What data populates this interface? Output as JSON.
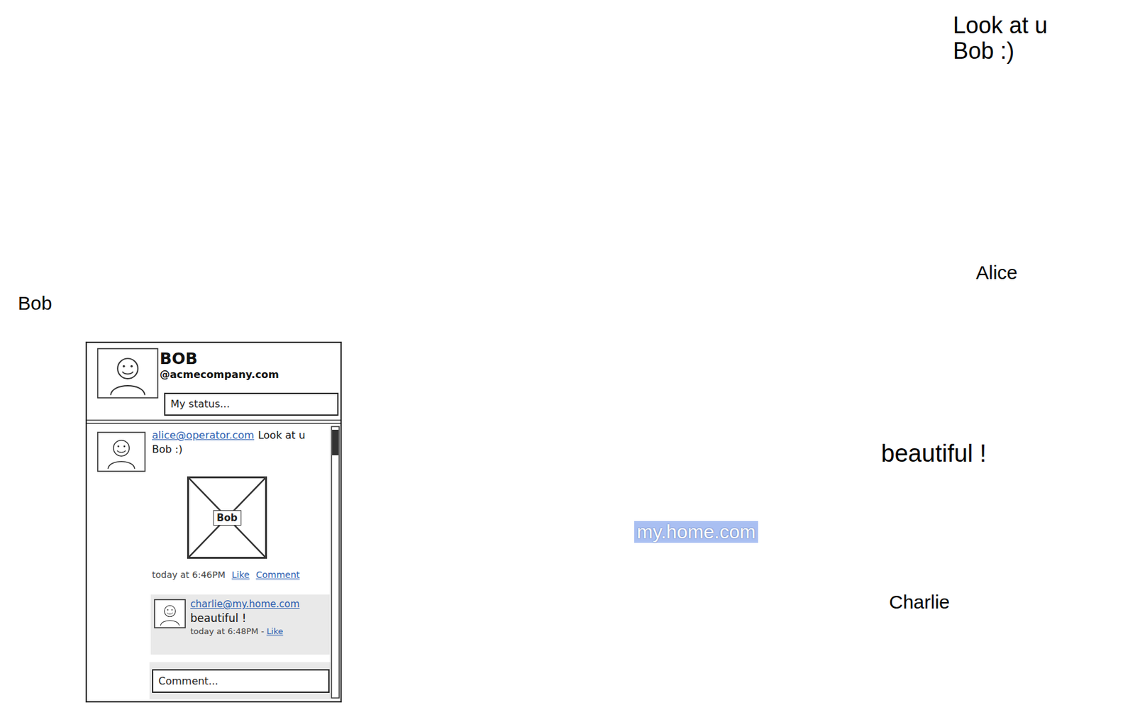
{
  "diagram": {
    "nodes": [
      {
        "text": [
          "acmecompany.com"
        ]
      },
      {
        "text": [
          "operator.com"
        ]
      },
      {
        "text": [
          "Look at u Bob :)"
        ]
      },
      {
        "text": [
          "BOB",
          "@acmecompany.com"
        ]
      },
      {
        "text": [
          "My status..."
        ],
        "in": 3
      },
      {
        "text": [
          "Bob"
        ],
        "in": 3
      },
      {
        "text": [
          "charlie@my.home.com",
          "beautiful !",
          "today at 6:48PM -",
          "Like"
        ],
        "in": 3
      },
      {
        "text": [
          "Comment..."
        ],
        "in": 3
      },
      {
        "text": [
          "my.home.com"
        ]
      },
      {
        "text": [
          "beautiful !"
        ]
      }
    ],
    "edges": [
      {
        "from": 0,
        "to": 1,
        "arrow": "both"
      },
      {
        "from": 1,
        "to": 8,
        "arrow": "both"
      }
    ],
    "labels": [
      "Bob",
      "Alice",
      "Charlie",
      "alice@operator.com",
      "Look at u Bob :)",
      "today at 6:46PM",
      "Like",
      "Comment"
    ]
  }
}
